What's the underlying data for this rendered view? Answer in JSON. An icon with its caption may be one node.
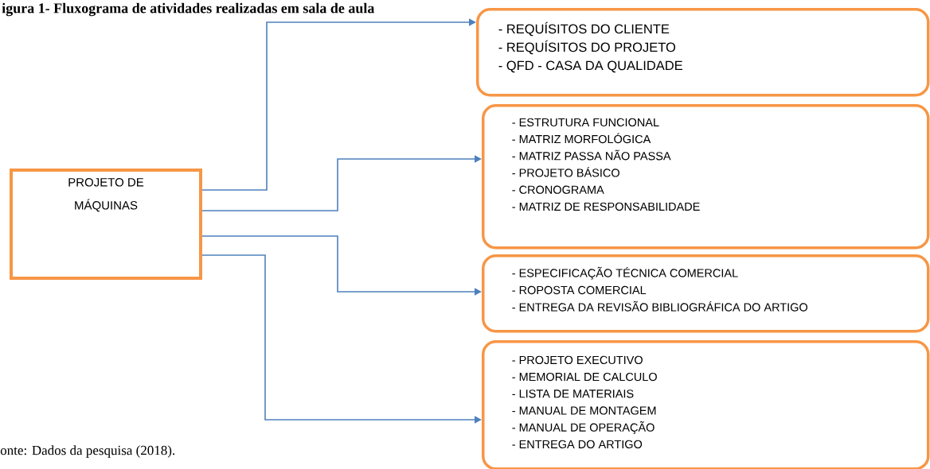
{
  "diagram": {
    "title": "igura 1- Fluxograma de atividades realizadas em sala de aula",
    "caption": "onte: Dados da pesquisa (2018).",
    "nodes": [
      {
        "text": [
          "PROJETO DE MÁQUINAS"
        ]
      },
      {
        "text": [
          "- REQUÍSITOS DO CLIENTE",
          "- REQUÍSITOS DO PROJETO",
          "- QFD - CASA DA QUALIDADE"
        ]
      },
      {
        "text": [
          "- ESTRUTURA FUNCIONAL",
          "- MATRIZ MORFOLÓGICA",
          "- MATRIZ PASSA NÃO PASSA",
          "- PROJETO BÁSICO",
          "- CRONOGRAMA",
          "- MATRIZ DE RESPONSABILIDADE"
        ]
      },
      {
        "text": [
          "- ESPECIFICAÇÃO TÉCNICA COMERCIAL",
          "- ROPOSTA COMERCIAL",
          "- ENTREGA DA REVISÃO BIBLIOGRÁFICA DO ARTIGO"
        ]
      },
      {
        "text": [
          "- PROJETO EXECUTIVO",
          "- MEMORIAL DE CALCULO",
          "- LISTA DE MATERIAIS",
          "- MANUAL DE MONTAGEM",
          "- MANUAL DE OPERAÇÃO",
          "- ENTREGA DO ARTIGO"
        ]
      }
    ],
    "edges": [
      {
        "from": 0,
        "to": 1,
        "arrow": "to"
      },
      {
        "from": 0,
        "to": 2,
        "arrow": "to"
      },
      {
        "from": 0,
        "to": 3,
        "arrow": "to"
      },
      {
        "from": 0,
        "to": 4,
        "arrow": "to"
      }
    ]
  }
}
